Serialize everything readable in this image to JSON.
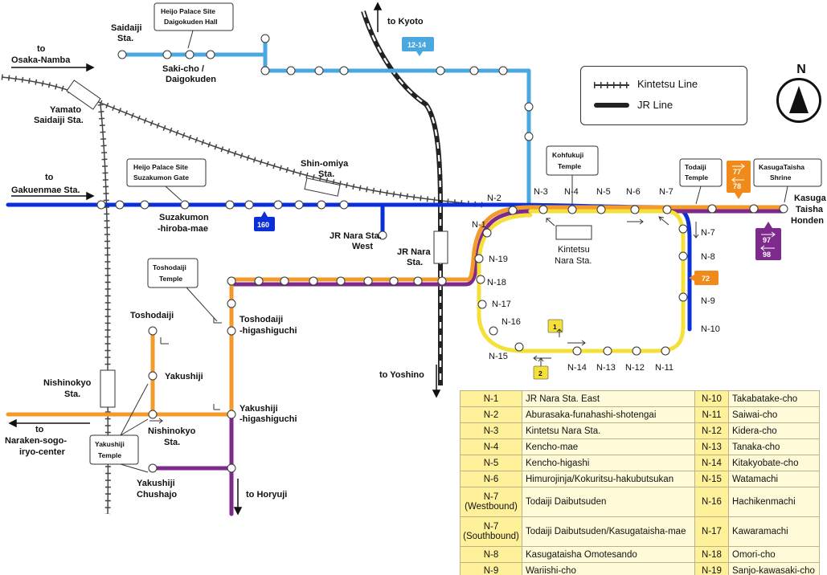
{
  "colors": {
    "light_blue_route": "#4aa8e0",
    "blue_route": "#0a2fd8",
    "orange_route": "#f39a2b",
    "purple_route": "#7d2a8c",
    "yellow_route": "#f5e03a",
    "badge_orange": "#f08a1a",
    "badge_purple": "#7d2a8c",
    "badge_blue": "#0a2fd8",
    "badge_lightblue": "#4aa8e0",
    "table_code_bg": "#fff19a",
    "table_name_bg": "#fffbd8"
  },
  "legend": {
    "kintetsu_label": "Kintetsu Line",
    "jr_label": "JR Line"
  },
  "compass": {
    "label": "N"
  },
  "destinations": {
    "osaka_namba": [
      "to",
      "Osaka-Namba"
    ],
    "gakuenmae": [
      "to",
      "Gakuenmae Sta."
    ],
    "kyoto": "to Kyoto",
    "yoshino": "to Yoshino",
    "horyuji": "to Horyuji",
    "naraken": [
      "to",
      "Naraken-sogo-",
      "iryo-center"
    ],
    "kasuga_honden": [
      "Kasuga",
      "Taisha",
      "Honden"
    ]
  },
  "stations": {
    "saidaiji": [
      "Saidaiji",
      "Sta."
    ],
    "saki_cho": [
      "Saki-cho /",
      "Daigokuden"
    ],
    "yamato_saidaiji": [
      "Yamato",
      "Saidaiji Sta."
    ],
    "shin_omiya": [
      "Shin-omiya",
      "Sta."
    ],
    "suzakumon": [
      "Suzakumon",
      "-hiroba-mae"
    ],
    "jr_nara_west": [
      "JR Nara Sta.",
      "West"
    ],
    "jr_nara": [
      "JR Nara",
      "Sta."
    ],
    "kintetsu_nara": [
      "Kintetsu",
      "Nara Sta."
    ],
    "toshodaiji": "Toshodaiji",
    "toshodaiji_higashiguchi": [
      "Toshodaiji",
      "-higashiguchi"
    ],
    "yakushiji": "Yakushiji",
    "yakushiji_higashiguchi": [
      "Yakushiji",
      "-higashiguchi"
    ],
    "nishinokyo_jr": [
      "Nishinokyo",
      "Sta."
    ],
    "nishinokyo": [
      "Nishinokyo",
      "Sta."
    ],
    "yakushiji_chushajo": [
      "Yakushiji",
      "Chushajo"
    ]
  },
  "landmarks": {
    "heijo_daigokuden": [
      "Heijo Palace Site",
      "Daigokuden Hall"
    ],
    "heijo_suzakumon": [
      "Heijo Palace Site",
      "Suzakumon Gate"
    ],
    "kohfukuji": [
      "Kohfukuji",
      "Temple"
    ],
    "todaiji": [
      "Todaiji",
      "Temple"
    ],
    "kasugataisha": [
      "KasugaTaisha",
      "Shrine"
    ],
    "toshodaiji_temple": [
      "Toshodaiji",
      "Temple"
    ],
    "yakushiji_temple": [
      "Yakushiji",
      "Temple"
    ]
  },
  "route_badges": {
    "r12_14": "12-14",
    "r160": "160",
    "r77": "77",
    "r78": "78",
    "r97": "97",
    "r98": "98",
    "r72": "72",
    "r1": "1",
    "r2": "2"
  },
  "stop_codes": [
    "N-1",
    "N-2",
    "N-3",
    "N-4",
    "N-5",
    "N-6",
    "N-7",
    "N-7",
    "N-8",
    "N-9",
    "N-10",
    "N-11",
    "N-12",
    "N-13",
    "N-14",
    "N-15",
    "N-16",
    "N-17",
    "N-18",
    "N-19"
  ],
  "stop_table": {
    "left": [
      {
        "code": "N-1",
        "name": "JR Nara Sta. East"
      },
      {
        "code": "N-2",
        "name": "Aburasaka-funahashi-shotengai"
      },
      {
        "code": "N-3",
        "name": "Kintetsu Nara Sta."
      },
      {
        "code": "N-4",
        "name": "Kencho-mae"
      },
      {
        "code": "N-5",
        "name": "Kencho-higashi"
      },
      {
        "code": "N-6",
        "name": "Himurojinja/Kokuritsu-hakubutsukan"
      },
      {
        "code": "N-7",
        "code_sub": "(Westbound)",
        "name": "Todaiji Daibutsuden"
      },
      {
        "code": "N-7",
        "code_sub": "(Southbound)",
        "name": "Todaiji Daibutsuden/Kasugataisha-mae"
      },
      {
        "code": "N-8",
        "name": "Kasugataisha Omotesando"
      },
      {
        "code": "N-9",
        "name": "Wariishi-cho"
      }
    ],
    "right": [
      {
        "code": "N-10",
        "name": "Takabatake-cho"
      },
      {
        "code": "N-11",
        "name": "Saiwai-cho"
      },
      {
        "code": "N-12",
        "name": "Kidera-cho"
      },
      {
        "code": "N-13",
        "name": "Tanaka-cho"
      },
      {
        "code": "N-14",
        "name": "Kitakyobate-cho"
      },
      {
        "code": "N-15",
        "name": "Watamachi"
      },
      {
        "code": "N-16",
        "name": "Hachikenmachi"
      },
      {
        "code": "N-17",
        "name": "Kawaramachi"
      },
      {
        "code": "N-18",
        "name": "Omori-cho"
      },
      {
        "code": "N-19",
        "name": "Sanjo-kawasaki-cho"
      }
    ]
  }
}
